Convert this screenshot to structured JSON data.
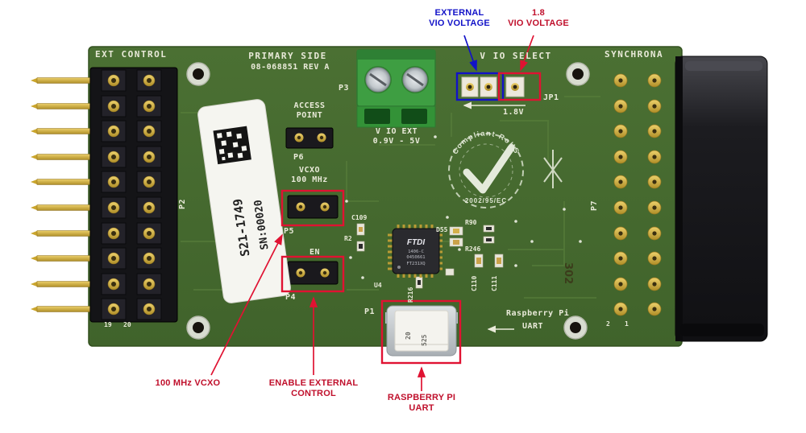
{
  "callouts": {
    "external_vio": "EXTERNAL\nVIO VOLTAGE",
    "vio_18": "1.8\nVIO VOLTAGE",
    "vcxo_100": "100 MHz VCXO",
    "enable_external": "ENABLE EXTERNAL\nCONTROL",
    "raspberry_uart": "RASPBERRY PI\nUART"
  },
  "silkscreen": {
    "ext_control": "EXT CONTROL",
    "primary_side": "PRIMARY SIDE",
    "revision": "08-068851 REV A",
    "p3": "P3",
    "vio_select": "V IO SELECT",
    "synchrona": "SYNCHRONA",
    "access_point": "ACCESS\nPOINT",
    "p6": "P6",
    "vcxo": "VCXO\n100 MHz",
    "p5": "P5",
    "en": "EN",
    "p4": "P4",
    "vio_ext": "V IO EXT\n0.9V - 5V",
    "jp1": "JP1",
    "v18": "1.8V",
    "c109": "C109",
    "r2": "R2",
    "u4": "U4",
    "d55": "D55",
    "r90": "R90",
    "r246": "R246",
    "r216": "R216",
    "c110": "C110",
    "c111": "C111",
    "raspberry_pi": "Raspberry Pi",
    "uart": "UART",
    "p1": "P1",
    "p2": "P2",
    "p7": "P7",
    "pin_19": "19",
    "pin_20": "20",
    "pin_2": "2",
    "pin_1": "1",
    "hand_mark": "302"
  },
  "sticker": {
    "serial": "S21-1749",
    "sn": "SN:00020"
  },
  "chip": {
    "brand": "FTDI",
    "line1": "1406-C",
    "line2": "0450661",
    "line3": "FT231XQ"
  },
  "usb": {
    "mark1": "20",
    "mark2": "525"
  },
  "rohs": {
    "top": "Compliant RoHS",
    "bottom": "2002/95/EC"
  },
  "colors": {
    "board_green": "#46682f",
    "annotation_red": "#e01232",
    "annotation_text_red": "#c0102c",
    "annotation_blue": "#1212c8",
    "silkscreen": "#e9ead9",
    "gold": "#c9a227",
    "connector_black": "#17171a",
    "terminal_green": "#3e9e42",
    "sticker_white": "#f5f5f0"
  }
}
